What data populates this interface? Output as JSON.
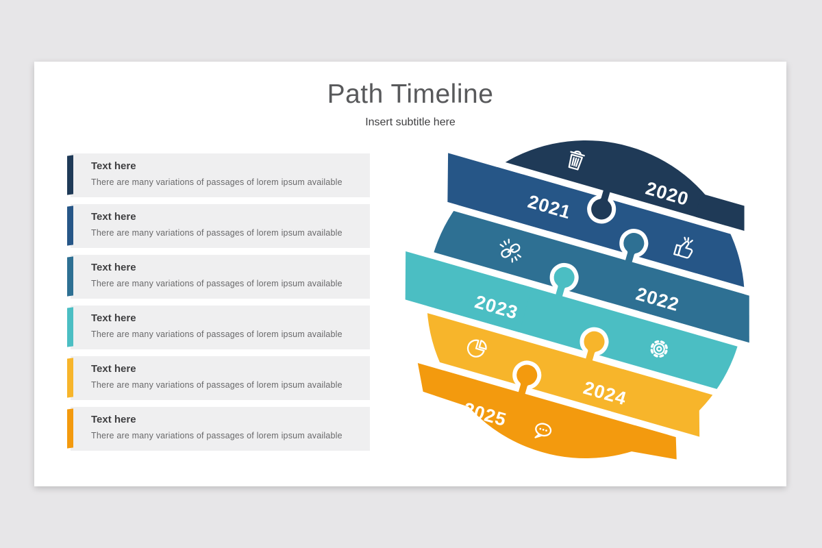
{
  "slide": {
    "title": "Path Timeline",
    "subtitle": "Insert subtitle here"
  },
  "list": {
    "items": [
      {
        "heading": "Text here",
        "body": "There are many variations of passages of lorem ipsum available",
        "color": "#1F3A57"
      },
      {
        "heading": "Text here",
        "body": "There are many variations of passages of lorem ipsum available",
        "color": "#265687"
      },
      {
        "heading": "Text here",
        "body": "There are many variations of passages of lorem ipsum available",
        "color": "#2E7093"
      },
      {
        "heading": "Text here",
        "body": "There are many variations of passages of lorem ipsum available",
        "color": "#4BBEC3"
      },
      {
        "heading": "Text here",
        "body": "There are many variations of passages of lorem ipsum available",
        "color": "#F7B52B"
      },
      {
        "heading": "Text here",
        "body": "There are many variations of passages of lorem ipsum available",
        "color": "#F39A0E"
      }
    ]
  },
  "timeline": {
    "years": [
      {
        "year": "2020",
        "color": "#1F3A57",
        "icon": "trash"
      },
      {
        "year": "2021",
        "color": "#265687",
        "icon": "thumbs-up"
      },
      {
        "year": "2022",
        "color": "#2E7093",
        "icon": "link"
      },
      {
        "year": "2023",
        "color": "#4BBEC3",
        "icon": "gear"
      },
      {
        "year": "2024",
        "color": "#F7B52B",
        "icon": "pie-chart"
      },
      {
        "year": "2025",
        "color": "#F39A0E",
        "icon": "speech-bubble"
      }
    ]
  }
}
